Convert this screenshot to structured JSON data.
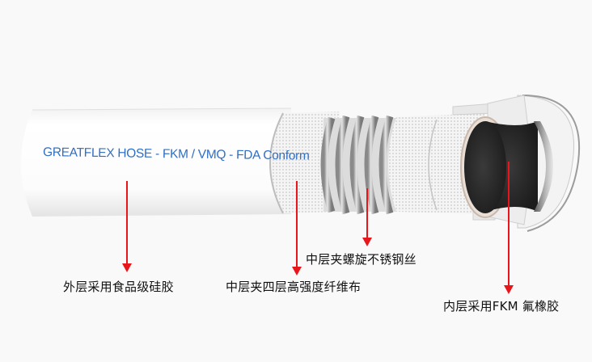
{
  "diagram": {
    "subject": "Hose cross-section",
    "brand_print": "GREATFLEX HOSE - FKM / VMQ - FDA Conform",
    "callouts": [
      {
        "id": "outer",
        "label": "外层采用食品级硅胶"
      },
      {
        "id": "fiber",
        "label": "中层夹四层高强度纤维布"
      },
      {
        "id": "wire",
        "label": "中层夹螺旋不锈钢丝"
      },
      {
        "id": "inner",
        "label": "内层采用FKM 氟橡胶"
      }
    ],
    "colors": {
      "background": "#f9f9f9",
      "arrow": "#e8161b",
      "brand_text": "#2f6fc4",
      "inner_tube": "#2e2e2e"
    }
  }
}
